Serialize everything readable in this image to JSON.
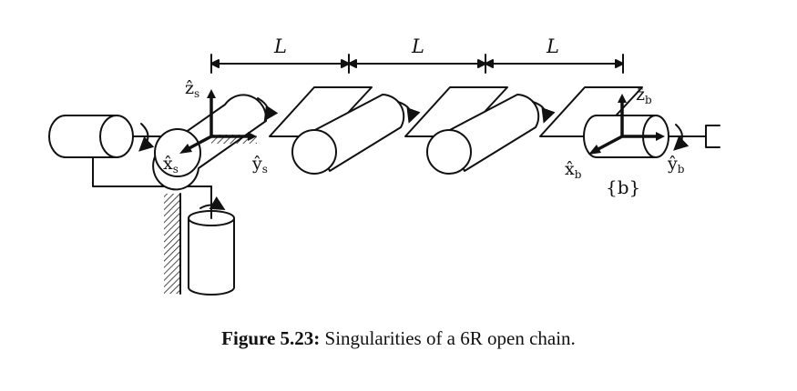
{
  "dimension_labels": [
    "L",
    "L",
    "L"
  ],
  "frame_s": {
    "z": "ẑ",
    "z_sub": "s",
    "x": "x̂",
    "x_sub": "s",
    "y": "ŷ",
    "y_sub": "s"
  },
  "frame_b": {
    "z": "ẑ",
    "z_sub": "b",
    "x": "x̂",
    "x_sub": "b",
    "y": "ŷ",
    "y_sub": "b",
    "name": "{b}"
  },
  "caption": {
    "label": "Figure 5.23:",
    "text": "Singularities of a 6R open chain."
  }
}
